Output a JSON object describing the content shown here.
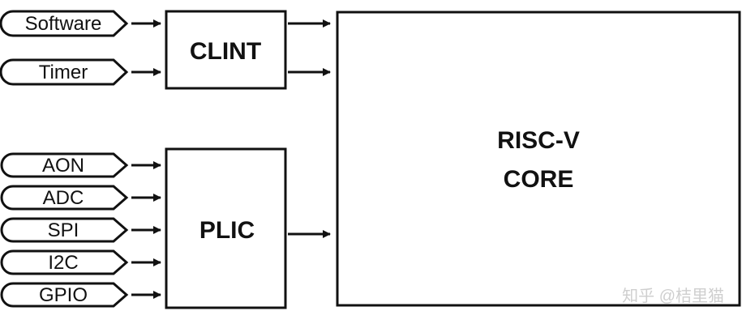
{
  "sources": {
    "clint": [
      {
        "label": "Software"
      },
      {
        "label": "Timer"
      }
    ],
    "plic": [
      {
        "label": "AON"
      },
      {
        "label": "ADC"
      },
      {
        "label": "SPI"
      },
      {
        "label": "I2C"
      },
      {
        "label": "GPIO"
      }
    ]
  },
  "blocks": {
    "clint": {
      "label": "CLINT"
    },
    "plic": {
      "label": "PLIC"
    },
    "core": {
      "line1": "RISC-V",
      "line2": "CORE"
    }
  },
  "watermark": {
    "text": "知乎 @桔里猫"
  },
  "colors": {
    "stroke": "#111111",
    "background": "#ffffff",
    "watermark": "#cfcfcf"
  }
}
